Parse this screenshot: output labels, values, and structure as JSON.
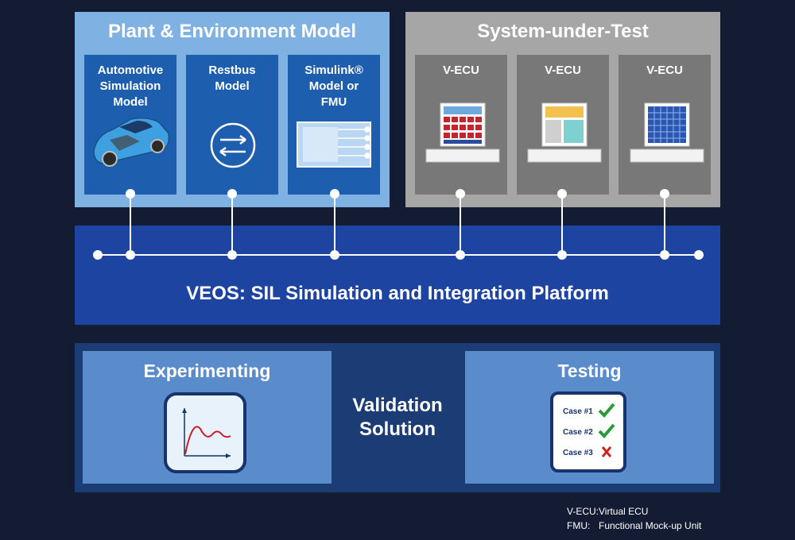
{
  "plant": {
    "title": "Plant & Environment Model",
    "cards": [
      {
        "label": "Automotive\nSimulation\nModel",
        "icon": "car-model-icon"
      },
      {
        "label": "Restbus\nModel",
        "icon": "restbus-arrows-icon"
      },
      {
        "label": "Simulink®\nModel or\nFMU",
        "icon": "fmu-block-icon"
      }
    ]
  },
  "sut": {
    "title": "System-under-Test",
    "cards": [
      {
        "label": "V-ECU",
        "icon": "ecu-red-grid-icon"
      },
      {
        "label": "V-ECU",
        "icon": "ecu-yellow-grid-icon"
      },
      {
        "label": "V-ECU",
        "icon": "ecu-blue-grid-icon"
      }
    ]
  },
  "veos": {
    "label": "VEOS: SIL Simulation and Integration Platform"
  },
  "validation": {
    "center_label": "Validation\nSolution",
    "experimenting": {
      "title": "Experimenting",
      "icon": "response-curve-icon"
    },
    "testing": {
      "title": "Testing",
      "icon": "test-checklist-icon",
      "cases": [
        {
          "label": "Case #1",
          "result": "pass"
        },
        {
          "label": "Case #2",
          "result": "pass"
        },
        {
          "label": "Case #3",
          "result": "fail"
        }
      ]
    }
  },
  "legend": [
    {
      "key": "V-ECU:",
      "value": "Virtual ECU"
    },
    {
      "key": "FMU:",
      "value": "Functional Mock-up Unit"
    }
  ],
  "colors": {
    "background": "#141c33",
    "plant_panel": "#7fb1e3",
    "plant_card": "#1d5fae",
    "sut_panel": "#a6a6a6",
    "sut_card": "#787878",
    "veos": "#1d44a0",
    "validation": "#1c3c76",
    "validation_box": "#5a8ccc",
    "pass": "#2a9a3a",
    "fail": "#d0231d"
  }
}
